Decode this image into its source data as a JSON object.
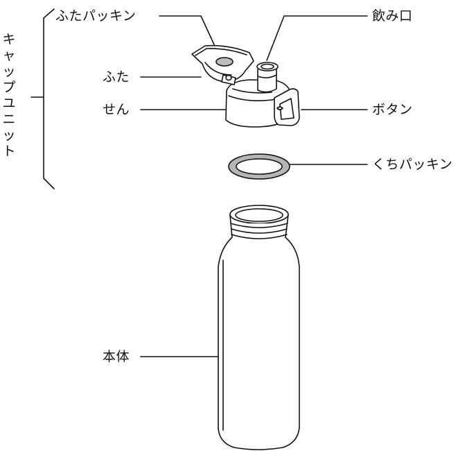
{
  "labels": {
    "lid_gasket": "ふたパッキン",
    "lid": "ふた",
    "stopper": "せん",
    "spout": "飲み口",
    "button": "ボタン",
    "mouth_gasket": "くちパッキン",
    "body": "本体"
  },
  "group_label": "キャップユニット"
}
